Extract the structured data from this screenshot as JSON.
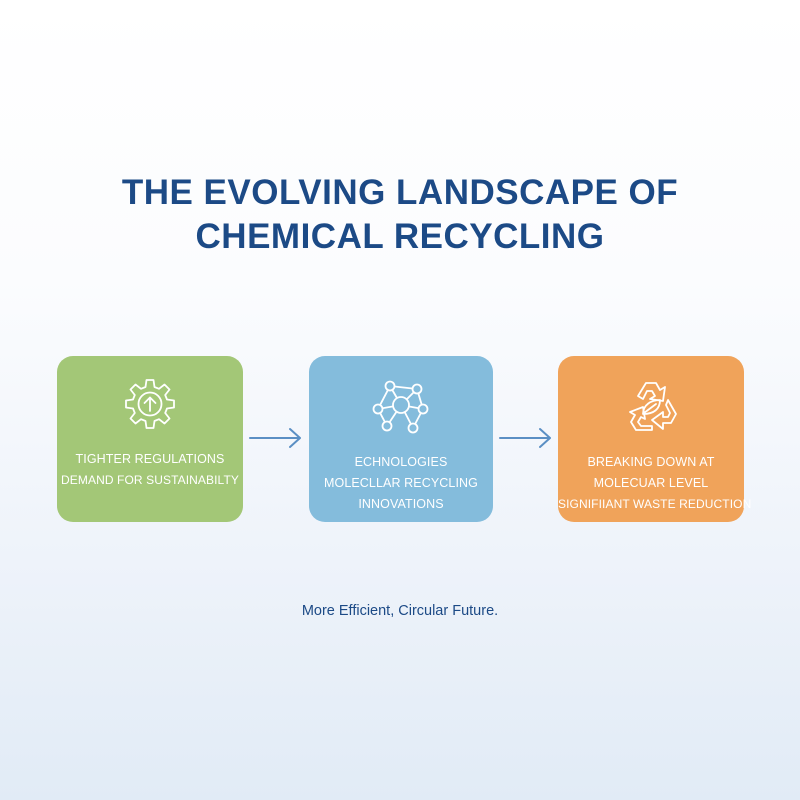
{
  "title": {
    "line1": "THE EVOLVING LANDSCAPE OF",
    "line2": "CHEMICAL RECYCLING"
  },
  "steps": [
    {
      "icon": "gear-arrow-icon",
      "color": "#a3c777",
      "line1": "TIGHTER REGULATIONS",
      "line2": "DEMAND FOR SUSTAINABILTY"
    },
    {
      "icon": "molecule-network-icon",
      "color": "#84bcdc",
      "line1": "ECHNOLOGIES",
      "line2": "MOLECLLAR RECYCLING",
      "line3": "INNOVATIONS"
    },
    {
      "icon": "recycle-leaf-icon",
      "color": "#f0a35a",
      "line1": "BREAKING DOWN AT",
      "line2": "MOLECUAR LEVEL",
      "line3": "SIGNIFIIANT WASTE REDUCTION"
    }
  ],
  "arrow_color": "#5b8fc4",
  "title_color": "#1c4a86",
  "footer": "More Efficient, Circular Future."
}
